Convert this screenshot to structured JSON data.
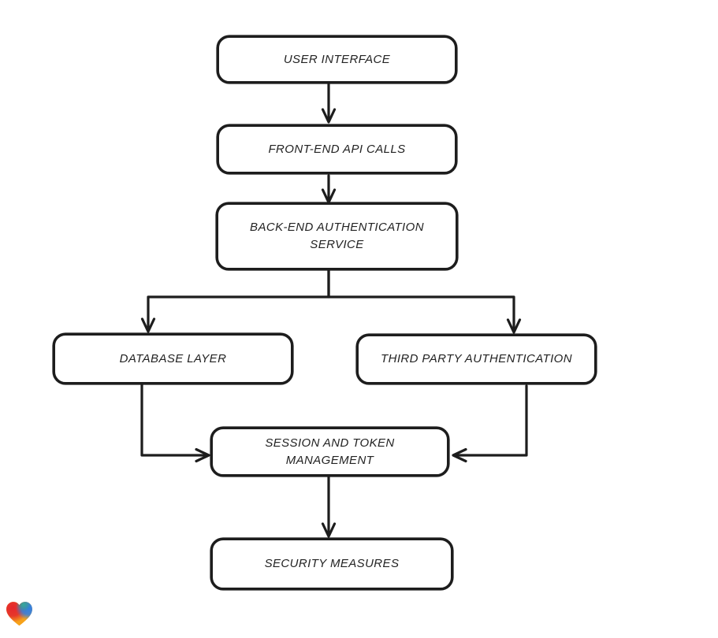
{
  "diagram": {
    "type": "flowchart",
    "background": "#ffffff",
    "stroke_color": "#1d1d1d",
    "node_fill": "#ffffff",
    "nodes": [
      {
        "id": "user-interface",
        "label": "USER INTERFACE"
      },
      {
        "id": "front-end-api-calls",
        "label": "FRONT-END API CALLS"
      },
      {
        "id": "back-end-authentication-service",
        "label": "BACK-END AUTHENTICATION SERVICE"
      },
      {
        "id": "database-layer",
        "label": "DATABASE LAYER"
      },
      {
        "id": "third-party-authentication",
        "label": "THIRD PARTY AUTHENTICATION"
      },
      {
        "id": "session-and-token-management",
        "label": "SESSION AND TOKEN MANAGEMENT"
      },
      {
        "id": "security-measures",
        "label": "SECURITY MEASURES"
      }
    ],
    "edges": [
      {
        "from": "user-interface",
        "to": "front-end-api-calls"
      },
      {
        "from": "front-end-api-calls",
        "to": "back-end-authentication-service"
      },
      {
        "from": "back-end-authentication-service",
        "to": "database-layer"
      },
      {
        "from": "back-end-authentication-service",
        "to": "third-party-authentication"
      },
      {
        "from": "database-layer",
        "to": "session-and-token-management"
      },
      {
        "from": "third-party-authentication",
        "to": "session-and-token-management"
      },
      {
        "from": "session-and-token-management",
        "to": "security-measures"
      }
    ],
    "logo": {
      "name": "heart-logo",
      "colors": [
        "#e5332b",
        "#2fae9b",
        "#2e7fe6",
        "#f6a21a",
        "#3fa65c"
      ]
    }
  }
}
